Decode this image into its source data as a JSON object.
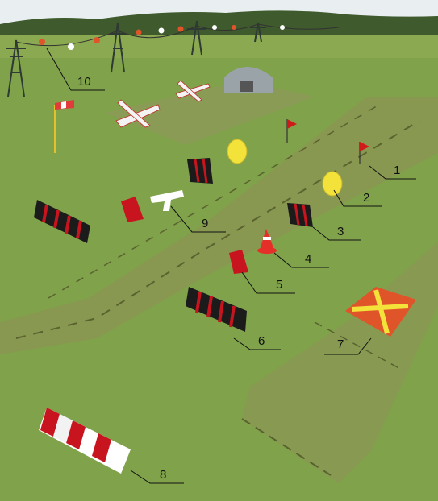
{
  "callouts": [
    {
      "id": "1",
      "label": "1",
      "target": "runway-strip"
    },
    {
      "id": "2",
      "label": "2",
      "target": "yellow-disc-marker"
    },
    {
      "id": "3",
      "label": "3",
      "target": "small-black-red-marker"
    },
    {
      "id": "4",
      "label": "4",
      "target": "traffic-cone"
    },
    {
      "id": "5",
      "label": "5",
      "target": "small-red-marker"
    },
    {
      "id": "6",
      "label": "6",
      "target": "large-black-red-boundary-marker"
    },
    {
      "id": "7",
      "label": "7",
      "target": "closed-area-cross-marker"
    },
    {
      "id": "8",
      "label": "8",
      "target": "checkered-threshold-marker"
    },
    {
      "id": "9",
      "label": "9",
      "target": "landing-t-sign"
    },
    {
      "id": "10",
      "label": "10",
      "target": "power-line-warning-balls"
    }
  ],
  "colors": {
    "grass": "#7fa24a",
    "grass_dark": "#6f913c",
    "strip": "#8e9a55",
    "strip_edge": "#58622f",
    "red": "#c8141e",
    "black": "#1b1b1b",
    "yellow": "#f2e23a",
    "orange": "#e0542a",
    "white": "#ffffff",
    "sky": "#e8eef0",
    "trees": "#3f5a2c",
    "hangar": "#9aa3a8",
    "tower": "#2e3a33"
  },
  "icons": {
    "aircraft": "small-airplane-icon",
    "hangar": "hangar-icon",
    "windsock": "windsock-icon",
    "flag": "red-flag-icon",
    "tower": "power-tower-icon"
  }
}
